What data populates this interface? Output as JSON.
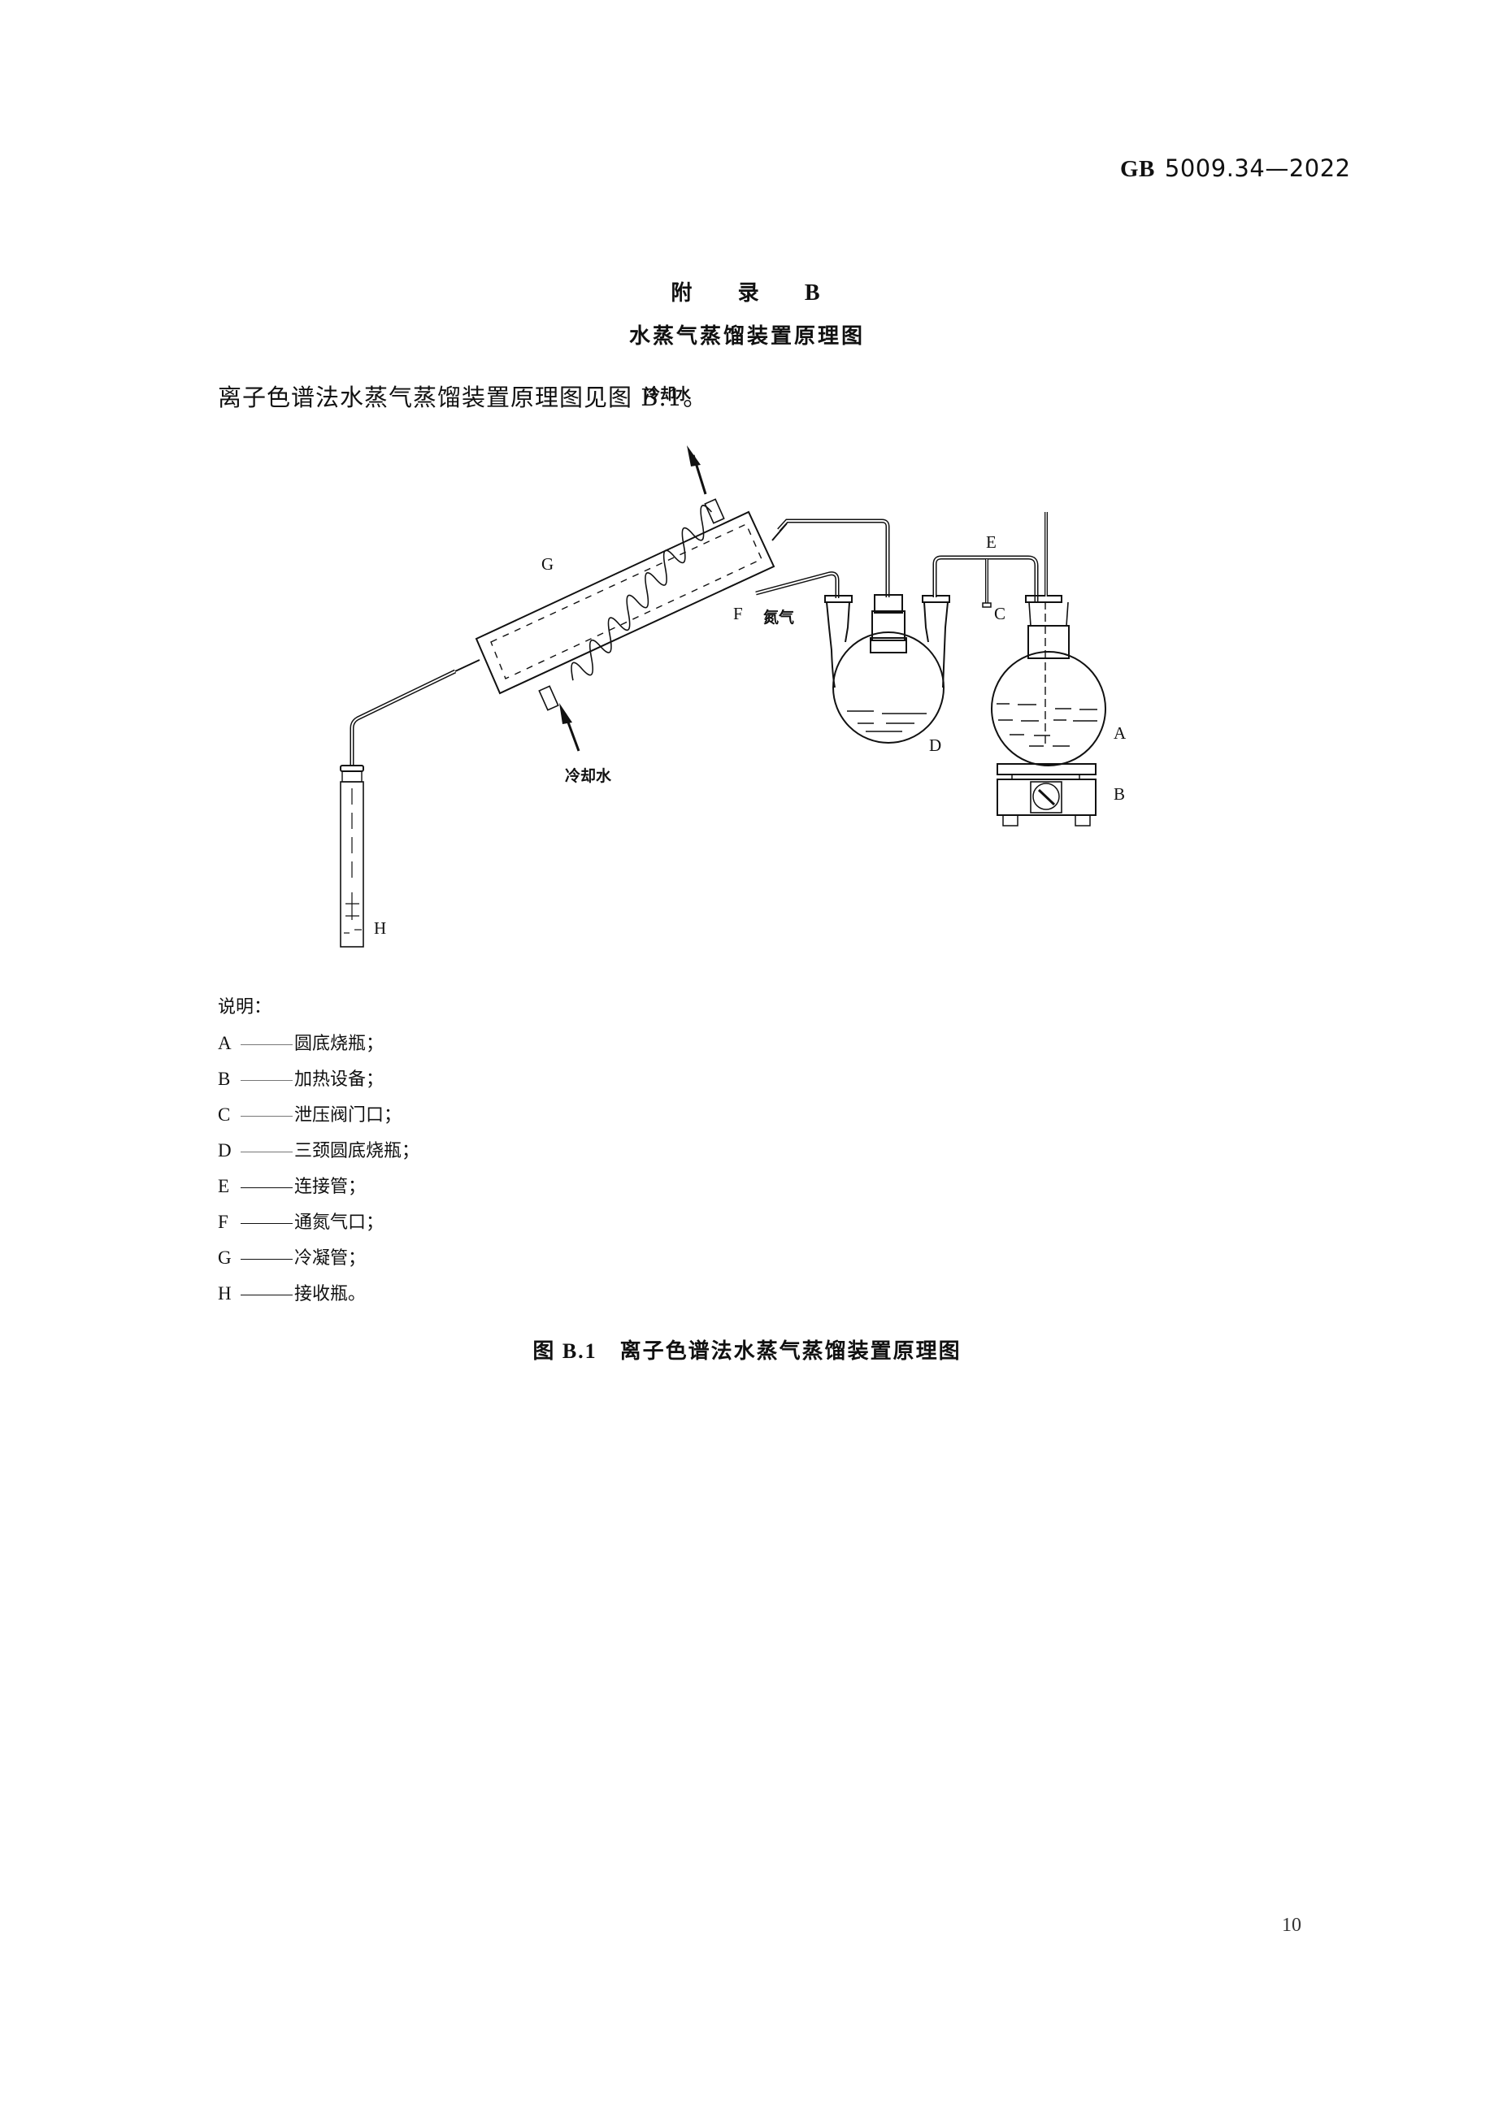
{
  "header": {
    "standard_prefix": "GB",
    "standard_number": "5009.34—2022"
  },
  "appendix": {
    "title_word1": "附",
    "title_word2": "录",
    "title_letter": "B",
    "subtitle": "水蒸气蒸馏装置原理图"
  },
  "intro_text": "离子色谱法水蒸气蒸馏装置原理图见图 B.1。",
  "diagram": {
    "labels": {
      "A": "A",
      "B": "B",
      "C": "C",
      "D": "D",
      "E": "E",
      "F": "F",
      "G": "G",
      "H": "H"
    },
    "cooling_water_out": "冷却水",
    "cooling_water_in": "冷却水",
    "nitrogen": "氮气"
  },
  "legend": {
    "heading": "说明：",
    "items": [
      {
        "key": "A",
        "text": "圆底烧瓶；"
      },
      {
        "key": "B",
        "text": "加热设备；"
      },
      {
        "key": "C",
        "text": "泄压阀门口；"
      },
      {
        "key": "D",
        "text": "三颈圆底烧瓶；"
      },
      {
        "key": "E",
        "text": "连接管；"
      },
      {
        "key": "F",
        "text": "通氮气口；"
      },
      {
        "key": "G",
        "text": "冷凝管；"
      },
      {
        "key": "H",
        "text": "接收瓶。"
      }
    ]
  },
  "caption": {
    "figure_no": "图 B.1",
    "title": "离子色谱法水蒸气蒸馏装置原理图"
  },
  "page_number": "10"
}
